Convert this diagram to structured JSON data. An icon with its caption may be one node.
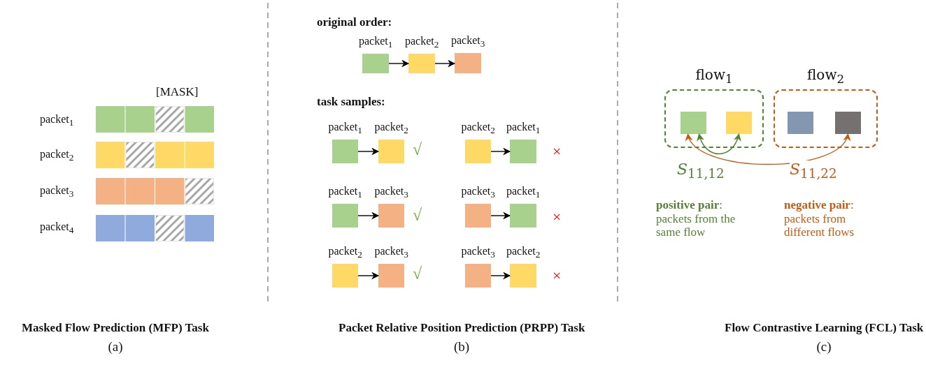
{
  "diagram": {
    "nodes": [
      {
        "text": [],
        "shape": "box",
        "beside": [
          "packet$_{1}$"
        ]
      },
      {
        "text": [],
        "shape": "box",
        "beside": [
          "packet$_{2}$"
        ]
      },
      {
        "text": [],
        "shape": "box",
        "beside": [
          "packet$_{3}$"
        ]
      },
      {
        "text": [],
        "shape": "box",
        "beside": [
          "packet$_{1}$"
        ]
      },
      {
        "text": [],
        "shape": "box",
        "beside": [
          "packet$_{2}$"
        ]
      },
      {
        "text": [],
        "shape": "box",
        "beside": [
          "packet$_{2}$"
        ]
      },
      {
        "text": [],
        "shape": "box",
        "beside": [
          "packet$_{1}$"
        ]
      },
      {
        "text": [],
        "shape": "box",
        "beside": [
          "packet$_{1}$"
        ]
      },
      {
        "text": [],
        "shape": "box",
        "beside": [
          "packet$_{3}$"
        ]
      },
      {
        "text": [],
        "shape": "box",
        "beside": [
          "packet$_{3}$"
        ]
      },
      {
        "text": [],
        "shape": "box",
        "beside": [
          "packet$_{1}$"
        ]
      },
      {
        "text": [],
        "shape": "box",
        "beside": [
          "packet$_{2}$"
        ]
      },
      {
        "text": [],
        "shape": "box",
        "beside": [
          "packet$_{3}$"
        ]
      },
      {
        "text": [],
        "shape": "box",
        "beside": [
          "packet$_{3}$"
        ]
      },
      {
        "text": [],
        "shape": "box",
        "beside": [
          "packet$_{2}$"
        ]
      },
      {
        "text": [
          "flow$_{1}$"
        ]
      },
      {
        "text": [],
        "shape": "box",
        "in": 15
      },
      {
        "text": [],
        "shape": "box",
        "in": 15
      },
      {
        "text": [
          "flow$_{2}$"
        ]
      },
      {
        "text": [],
        "shape": "box",
        "in": 18
      },
      {
        "text": [],
        "shape": "box",
        "in": 18
      }
    ],
    "edges": [
      {
        "from": 0,
        "to": 1,
        "arrow": "to"
      },
      {
        "from": 1,
        "to": 2,
        "arrow": "to"
      },
      {
        "from": 3,
        "to": 4,
        "arrow": "to"
      },
      {
        "from": 5,
        "to": 6,
        "arrow": "to"
      },
      {
        "from": 7,
        "to": 8,
        "arrow": "to"
      },
      {
        "from": 9,
        "to": 10,
        "arrow": "to"
      },
      {
        "from": 11,
        "to": 12,
        "arrow": "to"
      },
      {
        "from": 13,
        "to": 14,
        "arrow": "to"
      },
      {
        "from": 16,
        "to": 17,
        "arrow": "both",
        "label": "*S*$_{11,12}$",
        "color": "#548235"
      },
      {
        "from": 16,
        "to": 20,
        "arrow": "both",
        "label": "*S*$_{11,22}$",
        "color": "#c55a11"
      }
    ],
    "labels": [
      "[MASK]",
      "packet$_{1}$",
      "packet$_{2}$",
      "packet$_{3}$",
      "packet$_{4}$",
      "Masked Flow Prediction (MFP) Task",
      "(a)",
      "original order:",
      "task samples:",
      "√",
      "×",
      "√",
      "×",
      "√",
      "×",
      "Packet Relative Position Prediction (PRPP) Task",
      "(b)",
      "**positive pair**: packets from the same flow",
      "**negative pair**: packets from different flows",
      "Flow Contrastive Learning (FCL) Task",
      "(c)"
    ]
  }
}
